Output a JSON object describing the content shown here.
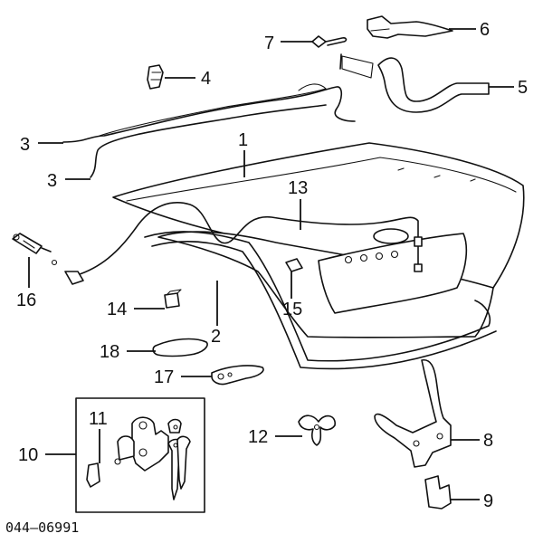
{
  "diagram": {
    "callouts": [
      {
        "id": "c1",
        "text": "1"
      },
      {
        "id": "c2",
        "text": "2"
      },
      {
        "id": "c3a",
        "text": "3"
      },
      {
        "id": "c3b",
        "text": "3"
      },
      {
        "id": "c4",
        "text": "4"
      },
      {
        "id": "c5",
        "text": "5"
      },
      {
        "id": "c6",
        "text": "6"
      },
      {
        "id": "c7",
        "text": "7"
      },
      {
        "id": "c8",
        "text": "8"
      },
      {
        "id": "c9",
        "text": "9"
      },
      {
        "id": "c10",
        "text": "10"
      },
      {
        "id": "c11",
        "text": "11"
      },
      {
        "id": "c12",
        "text": "12"
      },
      {
        "id": "c13",
        "text": "13"
      },
      {
        "id": "c14",
        "text": "14"
      },
      {
        "id": "c15",
        "text": "15"
      },
      {
        "id": "c16",
        "text": "16"
      },
      {
        "id": "c17",
        "text": "17"
      },
      {
        "id": "c18",
        "text": "18"
      }
    ],
    "figure_code": "044–06991"
  }
}
